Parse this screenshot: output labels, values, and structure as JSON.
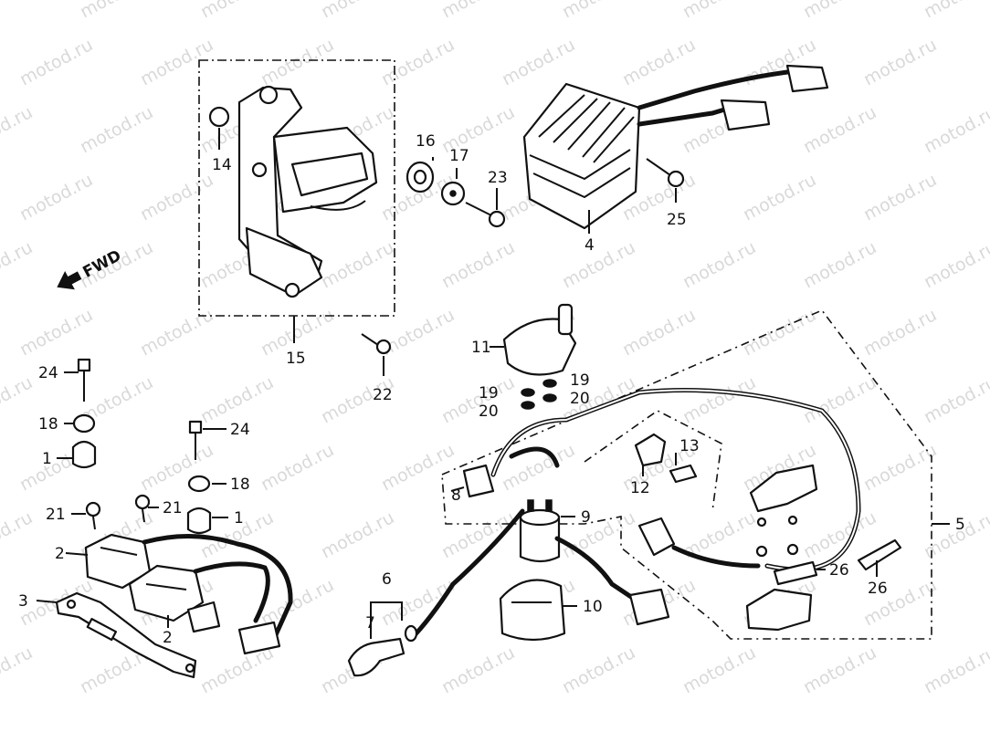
{
  "watermark": "motod.ru",
  "direction_label": "FWD",
  "callouts": {
    "c1a": "1",
    "c1b": "1",
    "c2a": "2",
    "c2b": "2",
    "c3": "3",
    "c4": "4",
    "c5": "5",
    "c6": "6",
    "c7": "7",
    "c8": "8",
    "c9": "9",
    "c10": "10",
    "c11": "11",
    "c12": "12",
    "c13": "13",
    "c14": "14",
    "c15": "15",
    "c16": "16",
    "c17": "17",
    "c18a": "18",
    "c18b": "18",
    "c19a": "19",
    "c19b": "19",
    "c20a": "20",
    "c20b": "20",
    "c21a": "21",
    "c21b": "21",
    "c22": "22",
    "c23": "23",
    "c24a": "24",
    "c24b": "24",
    "c25": "25",
    "c26a": "26",
    "c26b": "26"
  }
}
